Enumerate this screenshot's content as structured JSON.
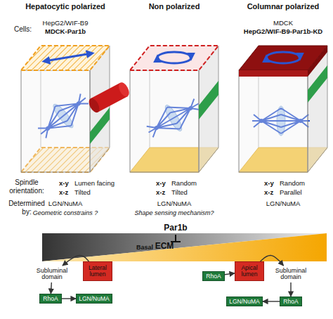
{
  "diagram": {
    "nodes": [
      {
        "text": [
          "Subluminal domain"
        ]
      },
      {
        "text": [
          "Lateral lumen"
        ]
      },
      {
        "text": [
          "RhoA"
        ]
      },
      {
        "text": [
          "LGN/NuMA"
        ]
      },
      {
        "text": [
          "RhoA"
        ]
      },
      {
        "text": [
          "Apical lumen"
        ]
      },
      {
        "text": [
          "Subluminal domain"
        ]
      },
      {
        "text": [
          "RhoA"
        ]
      },
      {
        "text": [
          "LGN/NuMA"
        ]
      }
    ],
    "edges": [
      {
        "from": 1,
        "to": 0,
        "arrow": "to"
      },
      {
        "from": 0,
        "to": 2,
        "arrow": "to"
      },
      {
        "from": 2,
        "to": 3,
        "arrow": "to"
      },
      {
        "from": 4,
        "to": 5,
        "arrow": "to"
      },
      {
        "from": 5,
        "to": 6,
        "arrow": "to"
      },
      {
        "from": 6,
        "to": 7,
        "arrow": "to"
      },
      {
        "from": 7,
        "to": 8,
        "arrow": "to"
      }
    ],
    "labels": [
      "Hepatocytic polarized",
      "Non polarized",
      "Columnar polarized",
      "Cells:",
      "HepG2/WIF-B9",
      "MDCK-Par1b",
      "MDCK",
      "HepG2/WIF-B9-Par1b-KD",
      "Spindle orientation:",
      "x-y",
      "Lumen facing",
      "x-z",
      "Tilted",
      "x-y",
      "Random",
      "x-z",
      "Tilted",
      "x-y",
      "Random",
      "x-z",
      "Parallel",
      "Determined by:",
      "LGN/NuMA",
      "Geometric constrains ?",
      "LGN/NuMA",
      "Shape sensing mechanism?",
      "LGN/NuMA",
      "Par1b",
      "Basal",
      "ECM"
    ]
  }
}
